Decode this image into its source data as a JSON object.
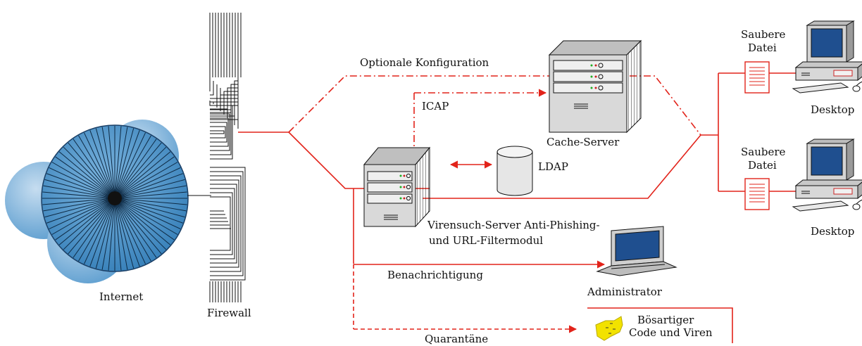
{
  "labels": {
    "internet": "Internet",
    "firewall": "Firewall",
    "optional_config": "Optionale Konfiguration",
    "icap": "ICAP",
    "cache_server": "Cache-Server",
    "ldap": "LDAP",
    "scan_server_line1": "Virensuch-Server Anti-Phishing-",
    "scan_server_line2": "und URL-Filtermodul",
    "notification": "Benachrichtigung",
    "administrator": "Administrator",
    "quarantine": "Quarantäne",
    "malicious_line1": "Bösartiger",
    "malicious_line2": "Code und Viren",
    "clean_file_1_line1": "Saubere",
    "clean_file_1_line2": "Datei",
    "clean_file_2_line1": "Saubere",
    "clean_file_2_line2": "Datei",
    "desktop_1": "Desktop",
    "desktop_2": "Desktop"
  },
  "colors": {
    "link_red": "#e2231a",
    "globe_blue": "#3f8fc4",
    "bubble_blue": "#9cc4e4",
    "server_gray": "#d8d8d8",
    "screen_blue": "#1f4f8f"
  },
  "icons": [
    "globe-icon",
    "firewall-icon",
    "cache-server-icon",
    "virus-scan-server-icon",
    "ldap-database-icon",
    "laptop-icon",
    "desktop-computer-icon",
    "document-icon",
    "virus-bug-icon"
  ]
}
